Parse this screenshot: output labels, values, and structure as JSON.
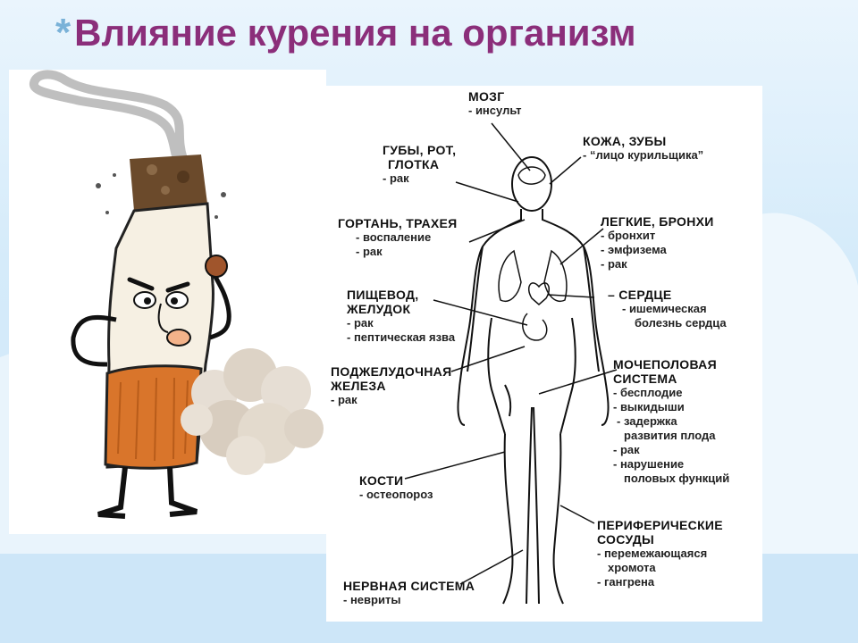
{
  "title": "Влияние курения на организм",
  "colors": {
    "title": "#8b2e7a",
    "star": "#7ab2d8",
    "background": "#d5ebfa"
  },
  "labels": {
    "brain": {
      "heading": "МОЗГ",
      "items": [
        "- инсульт"
      ]
    },
    "skin": {
      "heading": "КОЖА, ЗУБЫ",
      "items": [
        "- “лицо курильщика”"
      ]
    },
    "lips": {
      "heading": [
        "ГУБЫ, РОТ,",
        "ГЛОТКА"
      ],
      "items": [
        "- рак"
      ]
    },
    "larynx": {
      "heading": "ГОРТАНЬ, ТРАХЕЯ",
      "items": [
        "- воспаление",
        "- рак"
      ]
    },
    "lungs": {
      "heading": "ЛЕГКИЕ, БРОНХИ",
      "items": [
        "- бронхит",
        "- эмфизема",
        "- рак"
      ]
    },
    "esophagus": {
      "heading": [
        "ПИЩЕВОД,",
        "ЖЕЛУДОК"
      ],
      "items": [
        "- рак",
        "- пептическая язва"
      ]
    },
    "heart": {
      "heading": "– СЕРДЦЕ",
      "items": [
        "- ишемическая",
        "болезнь сердца"
      ]
    },
    "pancreas": {
      "heading": [
        "ПОДЖЕЛУДОЧНАЯ",
        "ЖЕЛЕЗА"
      ],
      "items": [
        "- рак"
      ]
    },
    "urogenital": {
      "heading": [
        "МОЧЕПОЛОВАЯ",
        "СИСТЕМА"
      ],
      "items": [
        "- бесплодие",
        "- выкидыши",
        "- задержка",
        "развития плода",
        "- рак",
        "- нарушение",
        "половых функций"
      ]
    },
    "bones": {
      "heading": "КОСТИ",
      "items": [
        "- остеопороз"
      ]
    },
    "vessels": {
      "heading": [
        "ПЕРИФЕРИЧЕСКИЕ",
        "СОСУДЫ"
      ],
      "items": [
        "- перемежающаяся",
        "хромота",
        "- гангрена"
      ]
    },
    "nervous": {
      "heading": "НЕРВНАЯ СИСТЕМА",
      "items": [
        "- невриты"
      ]
    }
  },
  "icons": {
    "cigarette": "angry-cigarette-illustration",
    "smoke": "smoke-cloud-illustration",
    "body": "human-body-outline-illustration"
  }
}
